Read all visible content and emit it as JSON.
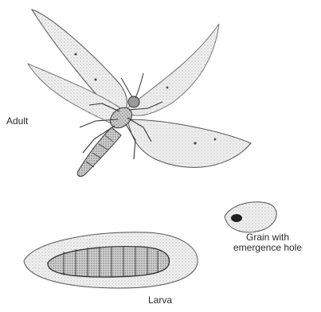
{
  "labels": {
    "adult": "Adult",
    "grain_line1": "Grain with",
    "grain_line2": "emergence hole",
    "larva": "Larva"
  },
  "colors": {
    "ink": "#2a2a2a",
    "wing_fill": "#e8e8e8",
    "grain_fill": "#d8d8d8",
    "larva_fill": "#bdbdbd"
  }
}
